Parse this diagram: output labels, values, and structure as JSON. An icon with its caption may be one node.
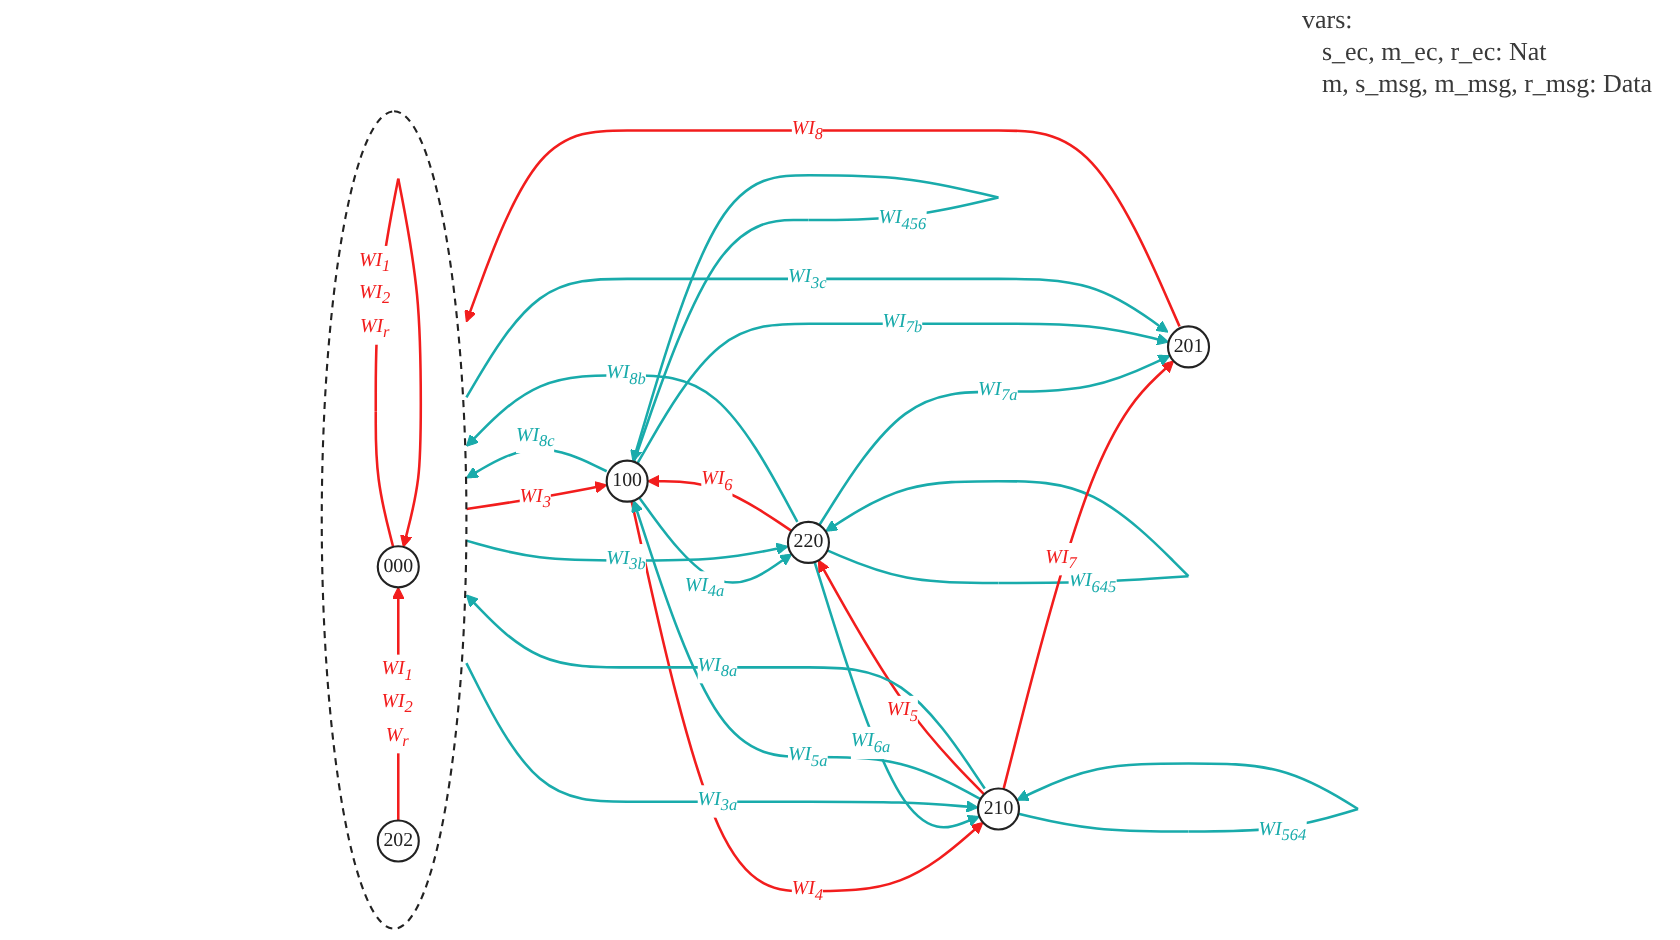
{
  "diagram": {
    "nodes": [
      {
        "text": [],
        "shape": "ellipse"
      },
      {
        "text": [
          "000"
        ],
        "in": 0
      },
      {
        "text": [
          "202"
        ],
        "in": 0
      },
      {
        "text": [
          "100"
        ]
      },
      {
        "text": [
          "220"
        ]
      },
      {
        "text": [
          "210"
        ]
      },
      {
        "text": [
          "201"
        ]
      }
    ],
    "edges": [
      {
        "from": 1,
        "to": 1,
        "arrow": "to",
        "label": "WI$_{1}$ WI$_{2}$ WI$_{r}$",
        "color": "#f21d1d"
      },
      {
        "from": 2,
        "to": 1,
        "arrow": "to",
        "label": "WI$_{1}$ WI$_{2}$ W$_{r}$",
        "color": "#f21d1d"
      },
      {
        "from": 0,
        "to": 3,
        "arrow": "to",
        "label": "WI$_{3}$",
        "color": "#f21d1d"
      },
      {
        "from": 3,
        "to": 0,
        "arrow": "to",
        "label": "WI$_{8c}$"
      },
      {
        "from": 3,
        "to": 3,
        "arrow": "to",
        "label": "WI$_{456}$"
      },
      {
        "from": 4,
        "to": 3,
        "arrow": "to",
        "label": "WI$_{6}$",
        "color": "#f21d1d"
      },
      {
        "from": 3,
        "to": 4,
        "arrow": "to",
        "label": "WI$_{4a}$"
      },
      {
        "from": 0,
        "to": 4,
        "arrow": "to",
        "label": "WI$_{3b}$"
      },
      {
        "from": 4,
        "to": 0,
        "arrow": "to",
        "label": "WI$_{8b}$"
      },
      {
        "from": 3,
        "to": 5,
        "arrow": "to",
        "label": "WI$_{4}$",
        "color": "#f21d1d"
      },
      {
        "from": 5,
        "to": 3,
        "arrow": "to",
        "label": "WI$_{5a}$"
      },
      {
        "from": 0,
        "to": 5,
        "arrow": "to",
        "label": "WI$_{3a}$"
      },
      {
        "from": 5,
        "to": 0,
        "arrow": "to",
        "label": "WI$_{8a}$"
      },
      {
        "from": 4,
        "to": 4,
        "arrow": "to",
        "label": "WI$_{645}$"
      },
      {
        "from": 4,
        "to": 5,
        "arrow": "to",
        "label": "WI$_{6a}$"
      },
      {
        "from": 5,
        "to": 4,
        "arrow": "to",
        "label": "WI$_{5}$",
        "color": "#f21d1d"
      },
      {
        "from": 0,
        "to": 6,
        "arrow": "to",
        "label": "WI$_{3c}$"
      },
      {
        "from": 5,
        "to": 6,
        "arrow": "to",
        "label": "WI$_{7}$",
        "color": "#f21d1d"
      },
      {
        "from": 6,
        "to": 0,
        "arrow": "to",
        "label": "WI$_{8}$",
        "color": "#f21d1d"
      },
      {
        "from": 5,
        "to": 5,
        "arrow": "to",
        "label": "WI$_{564}$"
      },
      {
        "from": 4,
        "to": 6,
        "arrow": "to",
        "label": "WI$_{7a}$"
      },
      {
        "from": 3,
        "to": 6,
        "arrow": "to",
        "label": "WI$_{7b}$"
      }
    ],
    "labels": [
      "vars:",
      "s_ec, m_ec, r_ec: Nat",
      "m, s_msg, m_msg, r_msg: Data"
    ]
  }
}
